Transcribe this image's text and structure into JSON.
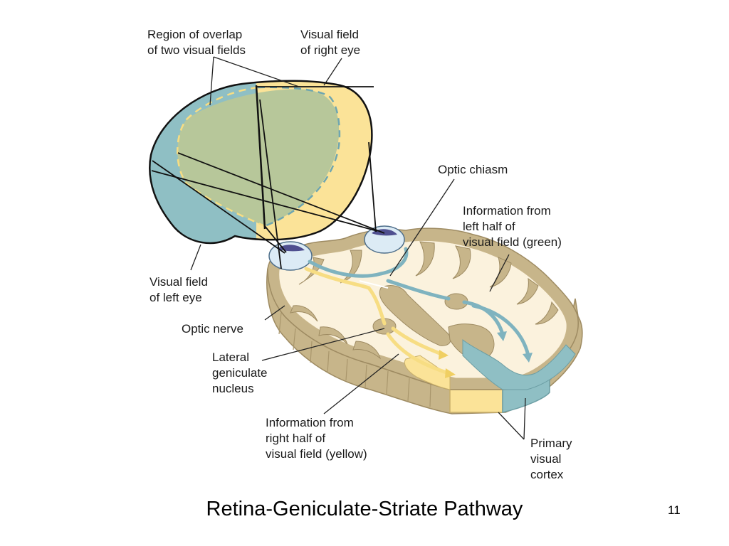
{
  "labels": {
    "overlap": [
      "Region of overlap",
      "of two visual fields"
    ],
    "right_eye_field": [
      "Visual field",
      "of right eye"
    ],
    "optic_chiasm": [
      "Optic chiasm"
    ],
    "left_info": [
      "Information from",
      "left half of",
      "visual field (green)"
    ],
    "left_eye_field": [
      "Visual field",
      "of left eye"
    ],
    "optic_nerve": [
      "Optic nerve"
    ],
    "lgn": [
      "Lateral",
      "geniculate",
      "nucleus"
    ],
    "right_info": [
      "Information from",
      "right half of",
      "visual field (yellow)"
    ],
    "v1": [
      "Primary",
      "visual",
      "cortex"
    ]
  },
  "slide": {
    "title": "Retina-Geniculate-Striate Pathway",
    "number": "11"
  },
  "colors": {
    "left_field": "#8fbfc4",
    "right_field": "#fbe398",
    "overlap": "#b7c79a",
    "brain_tissue": "#fbf2dd",
    "brain_gray": "#c7b58a",
    "brain_edge": "#a9966c",
    "green_pathway": "#7fb3bf",
    "yellow_pathway": "#f7dd83"
  }
}
